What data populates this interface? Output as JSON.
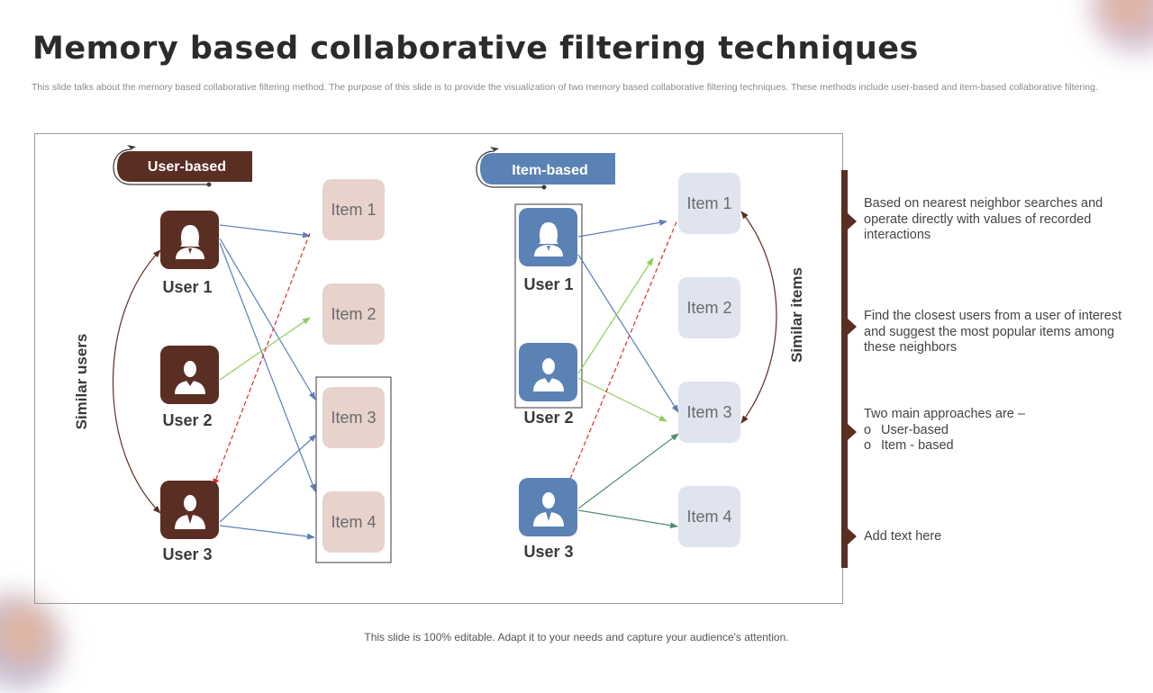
{
  "title": "Memory based collaborative filtering techniques",
  "subtitle": "This slide talks about the memory based collaborative filtering method. The purpose of this slide is to provide the visualization of two memory based collaborative filtering techniques. These methods include user-based and item-based collaborative filtering.",
  "user_based": {
    "heading": "User-based",
    "users": [
      "User 1",
      "User 2",
      "User 3"
    ],
    "items": [
      "Item 1",
      "Item 2",
      "Item 3",
      "Item 4"
    ],
    "side_label": "Similar users"
  },
  "item_based": {
    "heading": "Item-based",
    "users": [
      "User 1",
      "User 2",
      "User 3"
    ],
    "items": [
      "Item 1",
      "Item 2",
      "Item 3",
      "Item 4"
    ],
    "side_label": "Similar items"
  },
  "info_points": [
    {
      "text": "Based on nearest neighbor searches and operate directly with values of recorded interactions"
    },
    {
      "text": "Find the closest users from a user of interest and suggest the most popular items among these neighbors"
    },
    {
      "text": "Two main approaches are –",
      "list": [
        "User-based",
        "Item - based"
      ]
    },
    {
      "text": "Add text here"
    }
  ],
  "footer": "This slide is 100% editable. Adapt it to your needs and capture your audience's attention.",
  "colors": {
    "brown": "#5a2e22",
    "blue": "#5a82b5",
    "item_pink": "#e8d2cc",
    "item_blue": "#dfe4ee",
    "arrow_blue": "#5b7fb8",
    "arrow_green": "#8fce5a",
    "arrow_dark_green": "#4f9070",
    "arrow_red_dashed": "#e02b2b"
  },
  "icons": [
    "user-female-icon",
    "user-male-icon",
    "arrow-right-icon"
  ]
}
